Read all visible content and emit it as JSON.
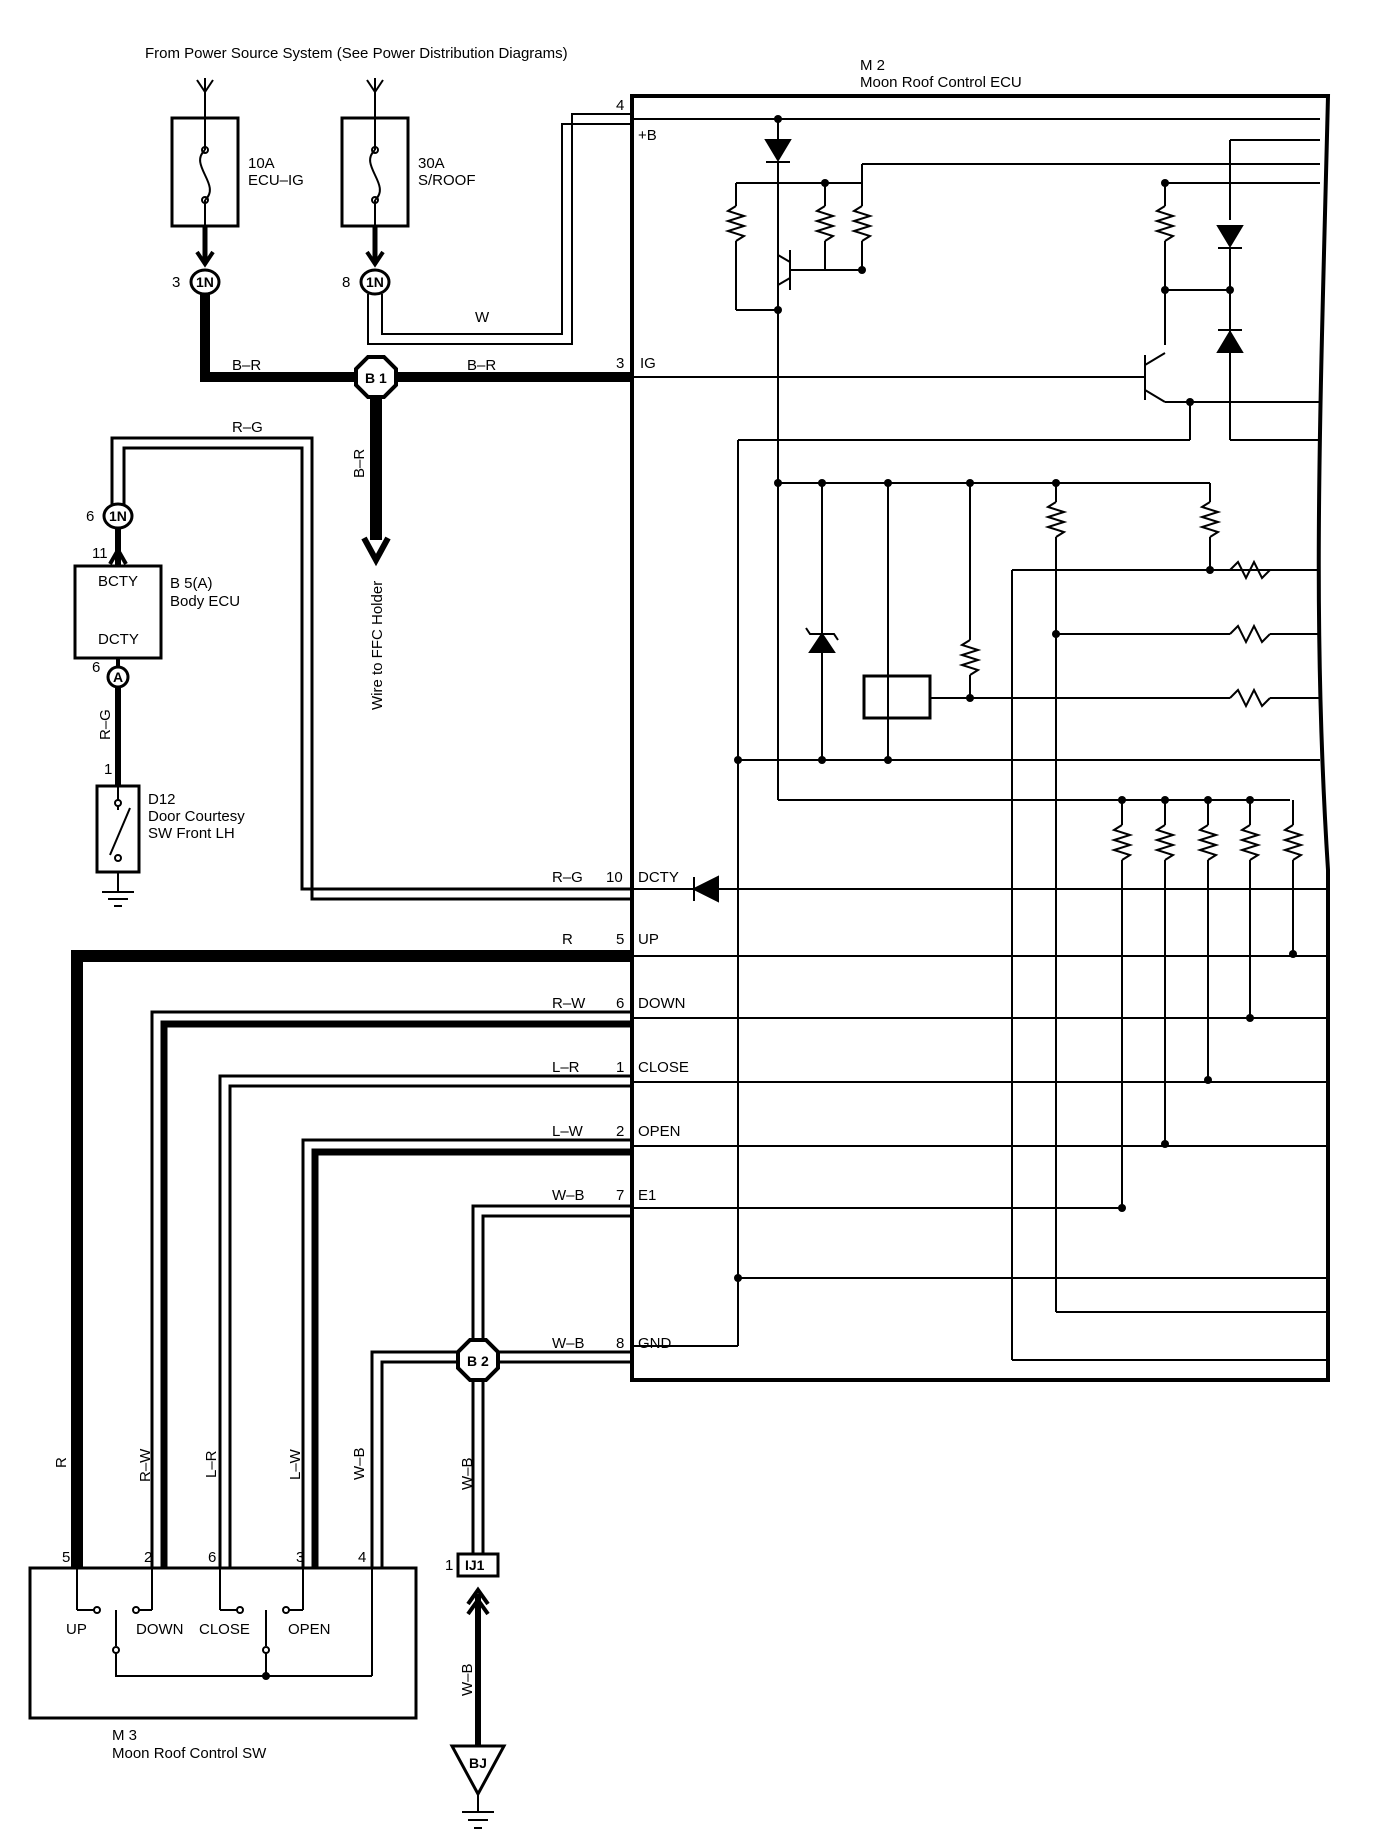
{
  "header": {
    "power_source": "From Power Source System (See Power Distribution Diagrams)"
  },
  "fuses": {
    "ecu_ig": {
      "amps": "10A",
      "name": "ECU–IG"
    },
    "s_roof": {
      "amps": "30A",
      "name": "S/ROOF"
    }
  },
  "connectors": {
    "j1n": "1N",
    "b1": "B 1",
    "b2": "B 2",
    "a": "A",
    "ij1": "IJ1",
    "bj": "BJ"
  },
  "pins": {
    "p3_1n": "3",
    "p8_1n": "8",
    "p6_1n": "6",
    "p11": "11",
    "p6_a": "6",
    "p1_d12": "1",
    "p1_ij1": "1"
  },
  "wires": {
    "w": "W",
    "br_left": "B–R",
    "br_right": "B–R",
    "br_down": "B–R",
    "rg_top": "R–G",
    "rg_vert": "R–G",
    "ffc": "Wire to FFC Holder",
    "wb_down": "W–B",
    "wb_low": "W–B"
  },
  "ecu": {
    "code": "M 2",
    "name": "Moon Roof Control ECU",
    "terminals": [
      {
        "wire": "",
        "pin": "4",
        "name": "+B"
      },
      {
        "wire": "",
        "pin": "3",
        "name": "IG"
      },
      {
        "wire": "R–G",
        "pin": "10",
        "name": "DCTY"
      },
      {
        "wire": "R",
        "pin": "5",
        "name": "UP"
      },
      {
        "wire": "R–W",
        "pin": "6",
        "name": "DOWN"
      },
      {
        "wire": "L–R",
        "pin": "1",
        "name": "CLOSE"
      },
      {
        "wire": "L–W",
        "pin": "2",
        "name": "OPEN"
      },
      {
        "wire": "W–B",
        "pin": "7",
        "name": "E1"
      },
      {
        "wire": "W–B",
        "pin": "8",
        "name": "GND"
      }
    ]
  },
  "body_ecu": {
    "code": "B 5(A)",
    "name": "Body ECU",
    "pin_top": "BCTY",
    "pin_bottom": "DCTY"
  },
  "door_switch": {
    "code": "D12",
    "name_line1": "Door Courtesy",
    "name_line2": "SW Front LH"
  },
  "switch_unit": {
    "code": "M 3",
    "name": "Moon Roof Control SW",
    "vertical_wires": [
      {
        "wire": "R",
        "pin": "5"
      },
      {
        "wire": "R–W",
        "pin": "2"
      },
      {
        "wire": "L–R",
        "pin": "6"
      },
      {
        "wire": "L–W",
        "pin": "3"
      },
      {
        "wire": "W–B",
        "pin": "4"
      }
    ],
    "buttons": [
      "UP",
      "DOWN",
      "CLOSE",
      "OPEN"
    ]
  },
  "colors": {
    "ink": "#000000",
    "paper": "#ffffff"
  }
}
